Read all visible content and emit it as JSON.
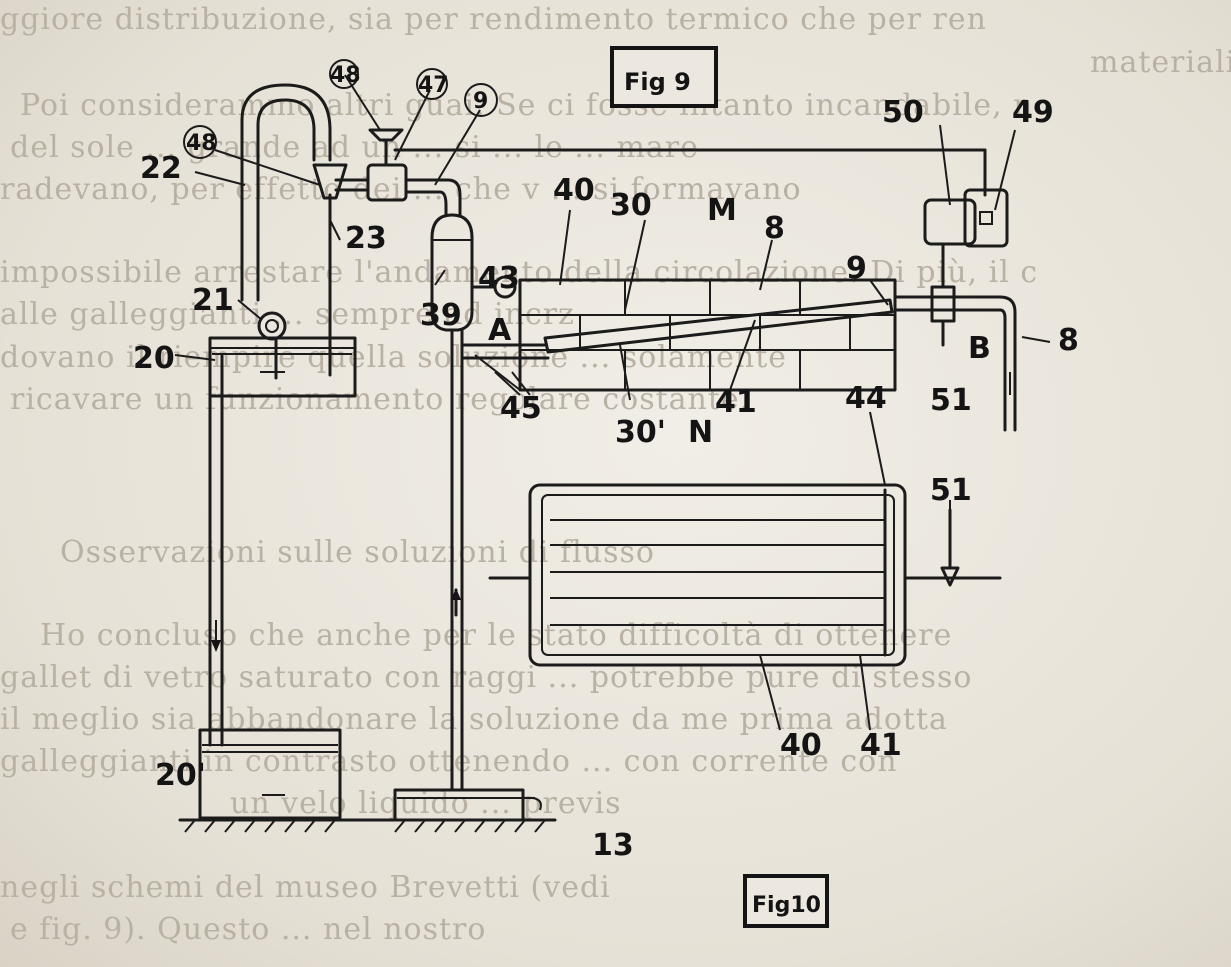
{
  "figures": {
    "fig9": "Fig 9",
    "fig10": "Fig10"
  },
  "background_text": [
    "ggiore distribuzione, sia per rendimento termico che per ren",
    "materiali.",
    "Poi considerammo altri guai. Se ci fosse intanto incandabile, n",
    "del sole ... grande ad un ... si ... le ... mare",
    "radevano, per effetto dei ... che v ... si formavano",
    "impossibile arrestare l'andamento della circolazione. Di più, il c",
    "alle galleggianti ... sempre ad incrz",
    "dovano il riempire quella soluzione ... solamente",
    "ricavare un funzionamento regolare costante.",
    "Osservazioni sulle soluzioni di flusso",
    "Ho concluso che anche per le stato difficoltà di ottenere",
    "gallet di vetro saturato con raggi ... potrebbe pure di stesso",
    "il meglio sia abbandonare la soluzione da me prima adotta",
    "galleggianti in contrasto ottenendo ... con corrente con",
    "un velo liquido ... previs",
    "negli schemi del museo Brevetti (vedi",
    "e fig. 9). Questo ... nel nostro"
  ],
  "labels": {
    "l48a": "48",
    "l47": "47",
    "l9a": "9",
    "l48b": "48",
    "l22": "22",
    "l23": "23",
    "l21": "21",
    "l20": "20",
    "l20b": "20'",
    "l43": "43",
    "l40": "40",
    "l30": "30",
    "lM": "M",
    "l8": "8",
    "l9b": "9",
    "l39": "39",
    "lA": "A",
    "l45": "45",
    "l30b": "30'",
    "lN": "N",
    "l41": "41",
    "l44": "44",
    "l50": "50",
    "l49": "49",
    "lB": "B",
    "l8b": "8",
    "l51a": "51",
    "l51b": "51",
    "l40b": "40",
    "l41b": "41",
    "l13": "13"
  }
}
